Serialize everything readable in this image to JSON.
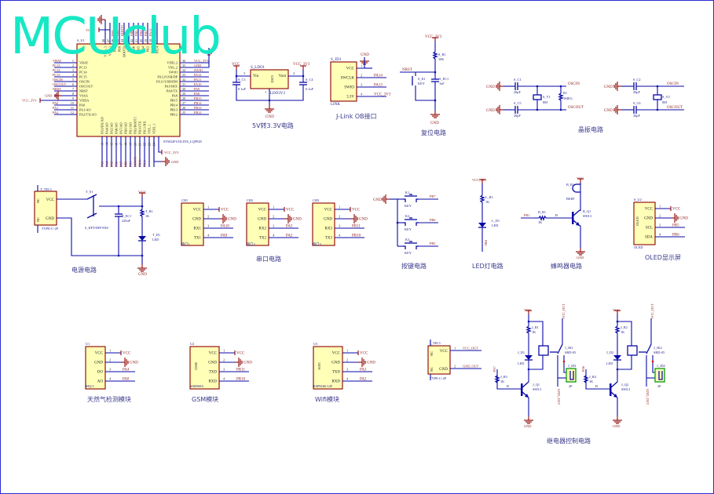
{
  "watermark": "MCUclub",
  "mcu": {
    "ref": "S_U1",
    "part": "STM32F103C8T6_LQFP48",
    "gnd": "GND",
    "vcc": "VCC",
    "vcc3": "VCC_3V3",
    "left": [
      {
        "n": "1",
        "pin": "VBAT",
        "net": "VBAT"
      },
      {
        "n": "2",
        "pin": "PC13",
        "net": "PC13"
      },
      {
        "n": "3",
        "pin": "PC14",
        "net": "PC14"
      },
      {
        "n": "4",
        "pin": "PC15",
        "net": "PC15"
      },
      {
        "n": "5",
        "pin": "OSCIN",
        "net": "OSCIN"
      },
      {
        "n": "6",
        "pin": "OSCOUT",
        "net": "OSCOUT"
      },
      {
        "n": "7",
        "pin": "NRST",
        "net": "NRST"
      },
      {
        "n": "8",
        "pin": "VSSA",
        "net": "GND"
      },
      {
        "n": "9",
        "pin": "VDDA",
        "net": "VCC_3V3"
      },
      {
        "n": "10",
        "pin": "PA0",
        "net": "PA0"
      },
      {
        "n": "11",
        "pin": "PA1/AO",
        "net": "PA1"
      },
      {
        "n": "12",
        "pin": "PA2/TX/AO",
        "net": "PA2"
      }
    ],
    "right": [
      {
        "n": "36",
        "pin": "VDD_2",
        "net": "VCC_3V3"
      },
      {
        "n": "35",
        "pin": "VSS_2",
        "net": "GND"
      },
      {
        "n": "34",
        "pin": "SWIO",
        "net": "SWIO"
      },
      {
        "n": "33",
        "pin": "PA12/USB/DP",
        "net": "PA12"
      },
      {
        "n": "32",
        "pin": "PA11/USB/DM",
        "net": "PA11"
      },
      {
        "n": "31",
        "pin": "PA10/RX",
        "net": "PA10"
      },
      {
        "n": "30",
        "pin": "PA9/TX",
        "net": "PA9"
      },
      {
        "n": "29",
        "pin": "PA8",
        "net": "PA8"
      },
      {
        "n": "28",
        "pin": "PB15",
        "net": "PB15"
      },
      {
        "n": "27",
        "pin": "PB14",
        "net": "PB14"
      },
      {
        "n": "26",
        "pin": "PB13",
        "net": "PB13"
      },
      {
        "n": "25",
        "pin": "PB12",
        "net": "PB12"
      }
    ],
    "top": [
      {
        "n": "48",
        "pin": "VDD_3",
        "net": ""
      },
      {
        "n": "47",
        "pin": "VSS_3",
        "net": ""
      },
      {
        "n": "46",
        "pin": "PB9",
        "net": "PB9"
      },
      {
        "n": "45",
        "pin": "PB8",
        "net": "PB8"
      },
      {
        "n": "44",
        "pin": "BOOT0",
        "net": "BOOT0"
      },
      {
        "n": "43",
        "pin": "PB7",
        "net": "PB7"
      },
      {
        "n": "42",
        "pin": "PB6",
        "net": "PB6"
      },
      {
        "n": "41",
        "pin": "PB5",
        "net": "PB5"
      },
      {
        "n": "40",
        "pin": "PB4",
        "net": "PB4"
      },
      {
        "n": "39",
        "pin": "PB3",
        "net": "PB3"
      },
      {
        "n": "38",
        "pin": "PA15",
        "net": "PA15"
      },
      {
        "n": "37",
        "pin": "PA14",
        "net": "PA14"
      }
    ],
    "bottom": [
      {
        "n": "13",
        "pin": "PA3/RX/AO",
        "net": "PA3"
      },
      {
        "n": "14",
        "pin": "PA4/AO",
        "net": "PA4"
      },
      {
        "n": "15",
        "pin": "PA5/AO",
        "net": "PA5"
      },
      {
        "n": "16",
        "pin": "PA6/AO",
        "net": "PA6"
      },
      {
        "n": "17",
        "pin": "PA7/AO",
        "net": "PA7"
      },
      {
        "n": "18",
        "pin": "PB0/AO",
        "net": "PB0"
      },
      {
        "n": "19",
        "pin": "PB1/AO",
        "net": "PB1"
      },
      {
        "n": "20",
        "pin": "PB2/BOOT1",
        "net": "BOOT1"
      },
      {
        "n": "21",
        "pin": "PB10/TX",
        "net": "PB10"
      },
      {
        "n": "22",
        "pin": "PB11/RX",
        "net": "PB11"
      },
      {
        "n": "23",
        "pin": "VSS_1",
        "net": ""
      },
      {
        "n": "24",
        "pin": "VDD_1",
        "net": ""
      }
    ]
  },
  "ldo": {
    "title": "5V转3.3V电路",
    "ref": "S_LDO1",
    "part": "LDO3V3",
    "vin": "Vin",
    "vout": "Vout",
    "gnd_pin": "GND",
    "c3": "S_C3",
    "c3v": "0.1uF",
    "c4": "S_C4",
    "c4v": "0.1uF",
    "vcc": "VCC",
    "vcc3": "VCC_3V3",
    "gnd": "GND",
    "p1": "1",
    "p2": "2",
    "p3": "3"
  },
  "jlink": {
    "title": "J-Link OB接口",
    "ref": "S_JD1",
    "part": "LINK",
    "gnd": "GND",
    "pins": [
      {
        "n": "1",
        "pin": "VCC",
        "net": ""
      },
      {
        "n": "2",
        "pin": "SWCLK",
        "net": "PA14"
      },
      {
        "n": "3",
        "pin": "SWIO",
        "net": "PA13"
      },
      {
        "n": "4",
        "pin": "3.3V",
        "net": "VCC_3V3"
      }
    ]
  },
  "reset": {
    "title": "复位电路",
    "vcc": "VCC_3V3",
    "r": "S_R1",
    "rv": "10K",
    "net": "NRST",
    "k": "S_K1",
    "kv": "KEY",
    "c": "S_EC1",
    "cv": "1uF",
    "gnd": "GND"
  },
  "crystal": {
    "title": "晶振电路",
    "gnd": "GND",
    "oscin": "OSCIN",
    "oscout": "OSCOUT",
    "c1": "S_C1",
    "c1v": "20pF",
    "c5": "S_C5",
    "c5v": "20pF",
    "y1": "S_Y1",
    "y1v": "8M",
    "r": "R1",
    "rv": "1MEG",
    "c2": "S_C2",
    "c2v": "20pF",
    "c6": "S_C6",
    "c6v": "20pF",
    "y2": "S_Y2",
    "y2v": "8M"
  },
  "power": {
    "title": "电源电路",
    "ref": "T_TEC1",
    "part": "TYPE-C-2P",
    "nc": "NC",
    "vcc_pin": "VCC",
    "gnd_pin": "GND",
    "sw": "T_S1",
    "swpart": "S_KPT/DIP-8X8",
    "c": "T_EC1",
    "cv": "220uF",
    "r": "T_R1",
    "rv": "1K",
    "d": "T_D1",
    "dv": "LED",
    "vcc": "VCC",
    "gnd": "GND"
  },
  "serial": {
    "title": "串口电路",
    "ports": [
      {
        "ref": "CH1",
        "label": "串口1",
        "pins": [
          {
            "n": "1",
            "pin": "VCC",
            "net": "VCC"
          },
          {
            "n": "2",
            "pin": "GND",
            "net": "GND"
          },
          {
            "n": "3",
            "pin": "RX1",
            "net": "PA10"
          },
          {
            "n": "4",
            "pin": "TX1",
            "net": "PA9"
          }
        ]
      },
      {
        "ref": "CH2",
        "label": "串口2",
        "pins": [
          {
            "n": "1",
            "pin": "VCC",
            "net": "VCC"
          },
          {
            "n": "2",
            "pin": "GND",
            "net": "GND"
          },
          {
            "n": "3",
            "pin": "RX2",
            "net": "PA3"
          },
          {
            "n": "4",
            "pin": "TX2",
            "net": "PA2"
          }
        ]
      },
      {
        "ref": "CH3",
        "label": "串口3",
        "pins": [
          {
            "n": "1",
            "pin": "VCC",
            "net": "VCC"
          },
          {
            "n": "2",
            "pin": "GND",
            "net": "GND"
          },
          {
            "n": "3",
            "pin": "RX3",
            "net": "PB11"
          },
          {
            "n": "4",
            "pin": "TX3",
            "net": "PB10"
          }
        ]
      }
    ]
  },
  "keys": {
    "title": "按键电路",
    "gnd": "GND",
    "items": [
      {
        "ref": "K1",
        "val": "KEY",
        "net": "PB7"
      },
      {
        "ref": "K2",
        "val": "KEY",
        "net": "PB6"
      },
      {
        "ref": "K3",
        "val": "KEY",
        "net": "PB5"
      }
    ]
  },
  "led": {
    "title": "LED灯电路",
    "vcc": "VCC_3V3",
    "r": "L_R1",
    "rv": "1K",
    "d": "L_D1",
    "dv": "LED",
    "net": "PB0"
  },
  "buzzer": {
    "title": "蜂鸣器电路",
    "vcc": "VCC",
    "b": "B_B1",
    "bv": "BEEP",
    "r": "B_R1",
    "rv": "1K",
    "q": "B_Q1",
    "qv": "S9013",
    "net": "PB1",
    "gnd": "GND",
    "base": "B"
  },
  "oled": {
    "title": "OLED显示屏",
    "ref": "S_U2",
    "part": "OLED",
    "inner": "OLED",
    "pins": [
      {
        "n": "1",
        "pin": "VCC",
        "net": "VCC"
      },
      {
        "n": "2",
        "pin": "GND",
        "net": "GND"
      },
      {
        "n": "3",
        "pin": "SCL",
        "net": "PB5"
      },
      {
        "n": "4",
        "pin": "SDA",
        "net": "PB6"
      }
    ]
  },
  "modules": [
    {
      "ref": "U1",
      "part": "MQ-5",
      "inner": "",
      "title": "天然气检测模块",
      "pins": [
        {
          "n": "1",
          "pin": "VCC",
          "net": "VCC"
        },
        {
          "n": "2",
          "pin": "GND",
          "net": "GND"
        },
        {
          "n": "3",
          "pin": "DO",
          "net": "PA4"
        },
        {
          "n": "4",
          "pin": "AO",
          "net": "PA0"
        }
      ]
    },
    {
      "ref": "U2",
      "part": "SIM900A",
      "inner": "GSM",
      "title": "GSM模块",
      "pins": [
        {
          "n": "1",
          "pin": "VCC",
          "net": "VCC"
        },
        {
          "n": "2",
          "pin": "GND",
          "net": "GND"
        },
        {
          "n": "3",
          "pin": "TXD",
          "net": "PB11"
        },
        {
          "n": "4",
          "pin": "RXD",
          "net": "PB10"
        }
      ]
    },
    {
      "ref": "U3",
      "part": "ESP8266-12F",
      "inner": "WIFI",
      "title": "Wifi模块",
      "pins": [
        {
          "n": "1",
          "pin": "VCC",
          "net": "VCC"
        },
        {
          "n": "2",
          "pin": "GND",
          "net": "GND"
        },
        {
          "n": "3",
          "pin": "TXD",
          "net": "PA3"
        },
        {
          "n": "4",
          "pin": "RXD",
          "net": "PA2"
        }
      ]
    }
  ],
  "typec_out": {
    "ref": "J_TEC1",
    "part": "TYPE-C-2P",
    "nc": "NC",
    "pins": [
      {
        "n": "1",
        "pin": "VCC",
        "net": "VCC_OUT"
      },
      {
        "n": "2",
        "pin": "GND",
        "net": "GND_OUT"
      }
    ]
  },
  "relay": {
    "title": "继电器控制电路",
    "vcc": "VCC",
    "gnd": "GND",
    "vcc_out": "VCC_OUT",
    "gnd_out": "GND_OUT",
    "dv": "LED",
    "rv": "1K",
    "qv": "S9013",
    "kv": "SRD-05",
    "jv": "2P",
    "base": "B",
    "channels": [
      {
        "r1": "J_R1",
        "d": "J_D1",
        "r2": "J_R3",
        "q": "J_Q1",
        "k": "J_JK1",
        "j": "J_JD1",
        "net": "PA7"
      },
      {
        "r1": "J_R2",
        "d": "J_D2",
        "r2": "J_R4",
        "q": "J_Q2",
        "k": "J_JK2",
        "j": "J_JD2",
        "net": "PA6"
      }
    ]
  }
}
